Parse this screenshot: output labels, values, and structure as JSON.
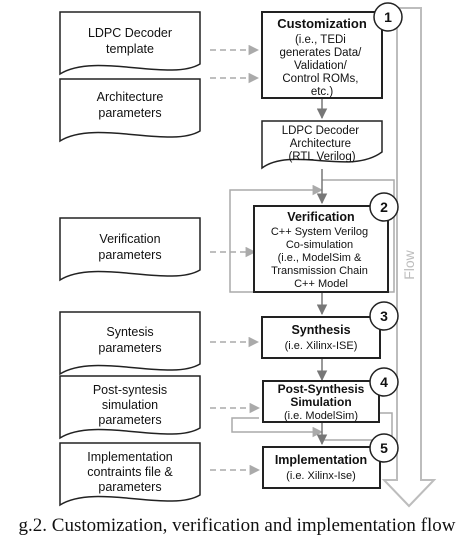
{
  "inputs": [
    [
      "LDPC Decoder",
      "template"
    ],
    [
      "Architecture",
      "parameters"
    ],
    [
      "Verification",
      "parameters"
    ],
    [
      "Syntesis",
      "parameters"
    ],
    [
      "Post-syntesis",
      "simulation",
      "parameters"
    ],
    [
      "Implementation",
      "contraints file &",
      "parameters"
    ]
  ],
  "steps": {
    "customization": {
      "number": "1",
      "title": "Customization",
      "lines": [
        "(i.e., TEDi",
        "generates Data/",
        "Validation/",
        "Control ROMs,",
        "etc.)"
      ]
    },
    "architecture": {
      "lines": [
        "LDPC Decoder",
        "Architecture",
        "(RTL Verilog)"
      ]
    },
    "verification": {
      "number": "2",
      "title": "Verification",
      "lines": [
        "C++ System Verilog",
        "Co-simulation",
        "(i.e., ModelSim &",
        "Transmission Chain",
        "C++ Model"
      ]
    },
    "synthesis": {
      "number": "3",
      "title": "Synthesis",
      "lines": [
        "(i.e. Xilinx-ISE)"
      ]
    },
    "post_synthesis": {
      "number": "4",
      "title": "Post-Synthesis",
      "title2": "Simulation",
      "lines": [
        "(i.e. ModelSim)"
      ]
    },
    "implementation": {
      "number": "5",
      "title": "Implementation",
      "lines": [
        "(i.e. Xilinx-Ise)"
      ]
    }
  },
  "flow_label": "Flow",
  "caption": "g.2. Customization, verification and implementation flow"
}
